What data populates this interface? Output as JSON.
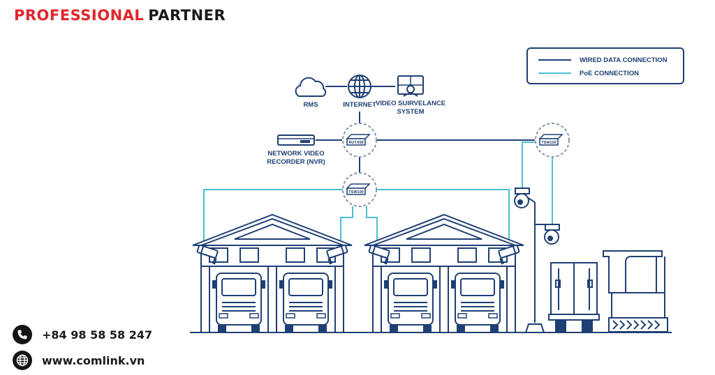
{
  "brand": {
    "word1": "PROFESSIONAL",
    "word2": "PARTNER"
  },
  "legend": {
    "wired": "WIRED DATA CONNECTION",
    "poe": "PoE CONNECTION"
  },
  "nodes": {
    "rms": "RMS",
    "internet": "INTERNET",
    "vms_line1": "VIDEO SUIRVELANCE",
    "vms_line2": "SYSTEM",
    "nvr_line1": "NETWORK VIDEO",
    "nvr_line2": "RECORDER (NVR)",
    "router": "RUTX08",
    "switch_center": "TSW100",
    "switch_right": "TSW100"
  },
  "contact": {
    "phone": "+84 98 58 58 247",
    "website": "www.comlink.vn"
  },
  "colors": {
    "wired": "#1e3f74",
    "poe": "#4bbfcf",
    "brand_red": "#e0262b"
  }
}
